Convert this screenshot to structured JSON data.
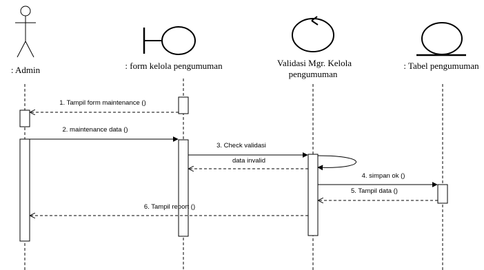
{
  "participants": [
    {
      "id": "admin",
      "type": "actor",
      "label": ": Admin"
    },
    {
      "id": "form",
      "type": "boundary",
      "label": ": form kelola pengumuman"
    },
    {
      "id": "ctrl",
      "type": "control",
      "label_line1": "Validasi Mgr. Kelola",
      "label_line2": "pengumuman"
    },
    {
      "id": "table",
      "type": "entity",
      "label": ": Tabel pengumuman"
    }
  ],
  "messages": [
    {
      "id": "m1",
      "label": "1. Tampil form maintenance ()",
      "from": "form",
      "to": "admin",
      "kind": "return"
    },
    {
      "id": "m2",
      "label": "2. maintenance data ()",
      "from": "admin",
      "to": "form",
      "kind": "call"
    },
    {
      "id": "m3",
      "label": "3. Check validasi",
      "from": "form",
      "to": "ctrl",
      "kind": "call"
    },
    {
      "id": "m3b",
      "label": "data invalid",
      "from": "ctrl",
      "to": "form",
      "kind": "return"
    },
    {
      "id": "m4",
      "label": "4. simpan ok ()",
      "from": "ctrl",
      "to": "table",
      "kind": "call"
    },
    {
      "id": "m5",
      "label": "5. Tampil data ()",
      "from": "table",
      "to": "ctrl",
      "kind": "return"
    },
    {
      "id": "m6",
      "label": "6. Tampil report ()",
      "from": "ctrl",
      "to": "admin",
      "kind": "call"
    }
  ]
}
